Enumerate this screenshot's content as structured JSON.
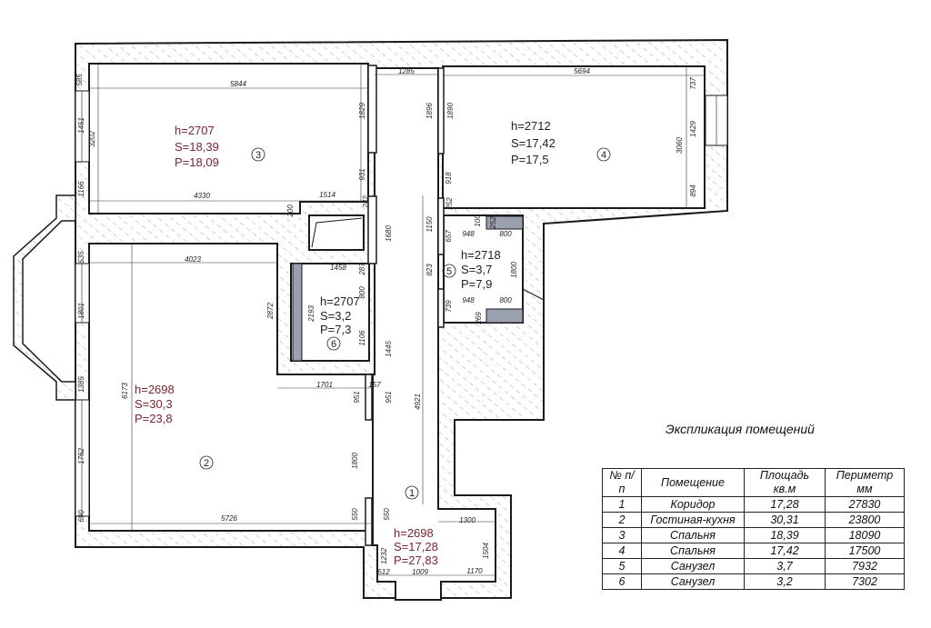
{
  "colors": {
    "wall_line": "#1a1a1a",
    "hatch": "#8a8a8a",
    "room_label": "#7a2430",
    "plumbing_fill": "#9aa0ad"
  },
  "rooms": [
    {
      "num": "1",
      "h": "h=2698",
      "s": "S=17,28",
      "p": "P=27,83"
    },
    {
      "num": "2",
      "h": "h=2698",
      "s": "S=30,3",
      "p": "P=23,8"
    },
    {
      "num": "3",
      "h": "h=2707",
      "s": "S=18,39",
      "p": "P=18,09"
    },
    {
      "num": "4",
      "h": "h=2712",
      "s": "S=17,42",
      "p": "P=17,5"
    },
    {
      "num": "5",
      "h": "h=2718",
      "s": "S=3,7",
      "p": "P=7,9"
    },
    {
      "num": "6",
      "h": "h=2707",
      "s": "S=3,2",
      "p": "P=7,3"
    }
  ],
  "dims": [
    "585",
    "5844",
    "1451",
    "3202",
    "1829",
    "931",
    "1166",
    "4330",
    "1514",
    "200",
    "242",
    "1285",
    "1896",
    "1890",
    "918",
    "252",
    "1150",
    "1680",
    "823",
    "4921",
    "5694",
    "737",
    "3060",
    "1429",
    "894",
    "100",
    "252",
    "657",
    "948",
    "800",
    "1800",
    "739",
    "948",
    "800",
    "269",
    "1458",
    "287",
    "800",
    "2193",
    "1106",
    "1445",
    "535",
    "4023",
    "2872",
    "1801",
    "6173",
    "1385",
    "1701",
    "157",
    "951",
    "951",
    "1762",
    "1800",
    "690",
    "5726",
    "550",
    "550",
    "1300",
    "1504",
    "1232",
    "512",
    "1009",
    "1170"
  ],
  "explication": {
    "title": "Экспликация помещений",
    "headers": [
      "№ п/п",
      "Помещение",
      "Площадь кв.м",
      "Периметр мм"
    ],
    "rows": [
      [
        "1",
        "Коридор",
        "17,28",
        "27830"
      ],
      [
        "2",
        "Гостиная-кухня",
        "30,31",
        "23800"
      ],
      [
        "3",
        "Спальня",
        "18,39",
        "18090"
      ],
      [
        "4",
        "Спальня",
        "17,42",
        "17500"
      ],
      [
        "5",
        "Санузел",
        "3,7",
        "7932"
      ],
      [
        "6",
        "Санузел",
        "3,2",
        "7302"
      ]
    ]
  }
}
